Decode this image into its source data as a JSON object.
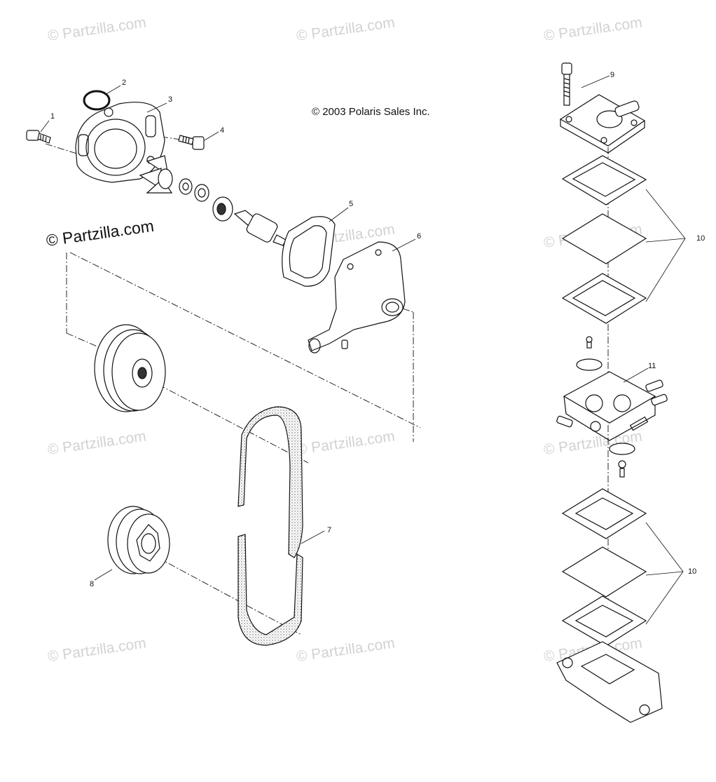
{
  "copyright": "© 2003 Polaris Sales Inc.",
  "watermark": "© Partzilla.com",
  "watermark_main": "© Partzilla.com",
  "callouts": [
    "1",
    "2",
    "3",
    "4",
    "5",
    "6",
    "7",
    "8",
    "9",
    "10",
    "10",
    "11"
  ]
}
